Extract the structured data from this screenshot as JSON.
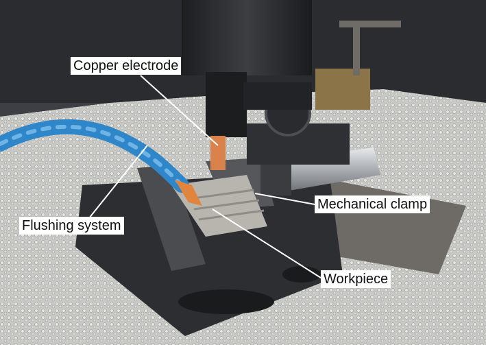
{
  "labels": {
    "copper_electrode": "Copper electrode",
    "flushing_system": "Flushing system",
    "mechanical_clamp": "Mechanical clamp",
    "workpiece": "Workpiece"
  },
  "colors": {
    "hose": "#2f86c8",
    "electrode": "#d9824b",
    "vise": "#3b3d40",
    "workpiece": "#b8b4ae",
    "tank": "#5a5c60"
  }
}
